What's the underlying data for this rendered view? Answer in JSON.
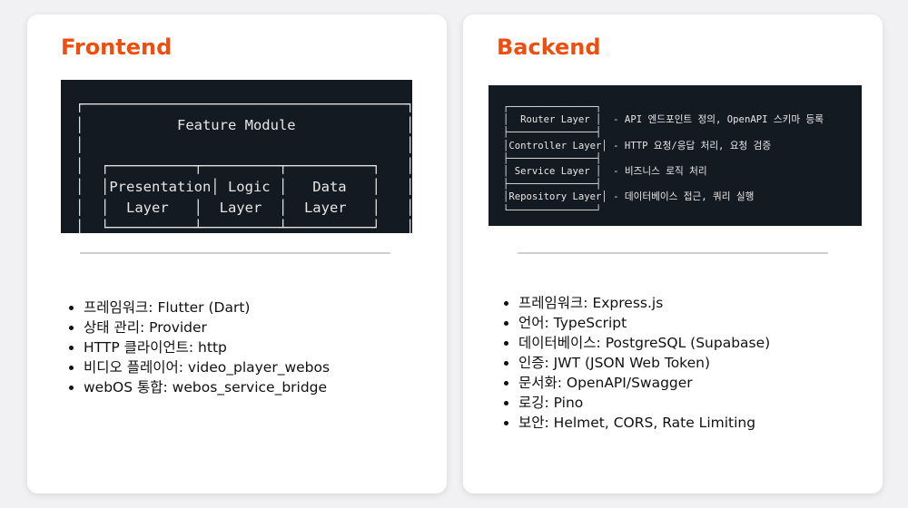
{
  "frontend": {
    "title": "Frontend",
    "diagram_text": "┌──────────────────────────────────────┐\n│           Feature Module             │\n│                                      │\n│  ┌──────────┬─────────┬──────────┐   │\n│  │Presentation│ Logic │   Data   │   │\n│  │  Layer   │  Layer  │  Layer   │   │\n│  └──────────┴─────────┴──────────┘   │\n│                                      │\n└──────────────────────────────────────┘",
    "items": [
      "프레임워크: Flutter (Dart)",
      "상태 관리: Provider",
      "HTTP 클라이언트: http",
      "비디오 플레이어: video_player_webos",
      "webOS 통합: webos_service_bridge"
    ]
  },
  "backend": {
    "title": "Backend",
    "diagram_text": "┌───────────────┐\n│  Router Layer │  - API 엔드포인트 정의, OpenAPI 스키마 등록\n├───────────────┤\n│Controller Layer│ - HTTP 요청/응답 처리, 요청 검증\n├───────────────┤\n│ Service Layer │  - 비즈니스 로직 처리\n├───────────────┤\n│Repository Layer│ - 데이터베이스 접근, 쿼리 실행\n└───────────────┘",
    "items": [
      "프레임워크: Express.js",
      "언어: TypeScript",
      "데이터베이스: PostgreSQL (Supabase)",
      "인증: JWT (JSON Web Token)",
      "문서화: OpenAPI/Swagger",
      "로깅: Pino",
      "보안: Helmet, CORS, Rate Limiting"
    ]
  },
  "colors": {
    "heading": "#f04e0e",
    "diagram_bg": "#141a22",
    "card_bg": "#ffffff",
    "page_bg": "#f1f1f3"
  }
}
